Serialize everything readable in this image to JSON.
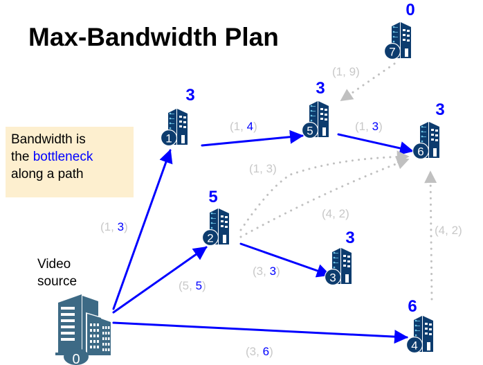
{
  "title": "Max-Bandwidth Plan",
  "note": {
    "line1": "Bandwidth is",
    "line2_prefix": "the ",
    "line2_highlight": "bottleneck",
    "line3": "along a path"
  },
  "source_label": {
    "line1": "Video",
    "line2": "source"
  },
  "colors": {
    "tree_edge": "#0000ff",
    "other_edge": "#c0c0c0",
    "building": "#0d3c6e",
    "source_building": "#3d6a85",
    "distance_label": "#0000ff",
    "note_bg": "#fdefcf"
  },
  "nodes": [
    {
      "id": "0",
      "value": "",
      "role": "source"
    },
    {
      "id": "1",
      "value": "3"
    },
    {
      "id": "2",
      "value": "5"
    },
    {
      "id": "3",
      "value": "3"
    },
    {
      "id": "4",
      "value": "6"
    },
    {
      "id": "5",
      "value": "3"
    },
    {
      "id": "6",
      "value": "3"
    },
    {
      "id": "7",
      "value": "0"
    }
  ],
  "edges": [
    {
      "from": "0",
      "to": "1",
      "cost": "1",
      "bandwidth": "3",
      "in_tree": true
    },
    {
      "from": "0",
      "to": "2",
      "cost": "5",
      "bandwidth": "5",
      "in_tree": true
    },
    {
      "from": "0",
      "to": "4",
      "cost": "3",
      "bandwidth": "6",
      "in_tree": true
    },
    {
      "from": "1",
      "to": "5",
      "cost": "1",
      "bandwidth": "4",
      "in_tree": true
    },
    {
      "from": "5",
      "to": "6",
      "cost": "1",
      "bandwidth": "3",
      "in_tree": true
    },
    {
      "from": "2",
      "to": "3",
      "cost": "3",
      "bandwidth": "3",
      "in_tree": true
    },
    {
      "from": "7",
      "to": "5",
      "cost": "1",
      "bandwidth": "9",
      "in_tree": false
    },
    {
      "from": "2",
      "to": "6",
      "cost": "1",
      "bandwidth": "3",
      "in_tree": false,
      "variant": "upper"
    },
    {
      "from": "2",
      "to": "6",
      "cost": "4",
      "bandwidth": "2",
      "in_tree": false,
      "variant": "lower"
    },
    {
      "from": "4",
      "to": "6",
      "cost": "4",
      "bandwidth": "2",
      "in_tree": false
    }
  ]
}
